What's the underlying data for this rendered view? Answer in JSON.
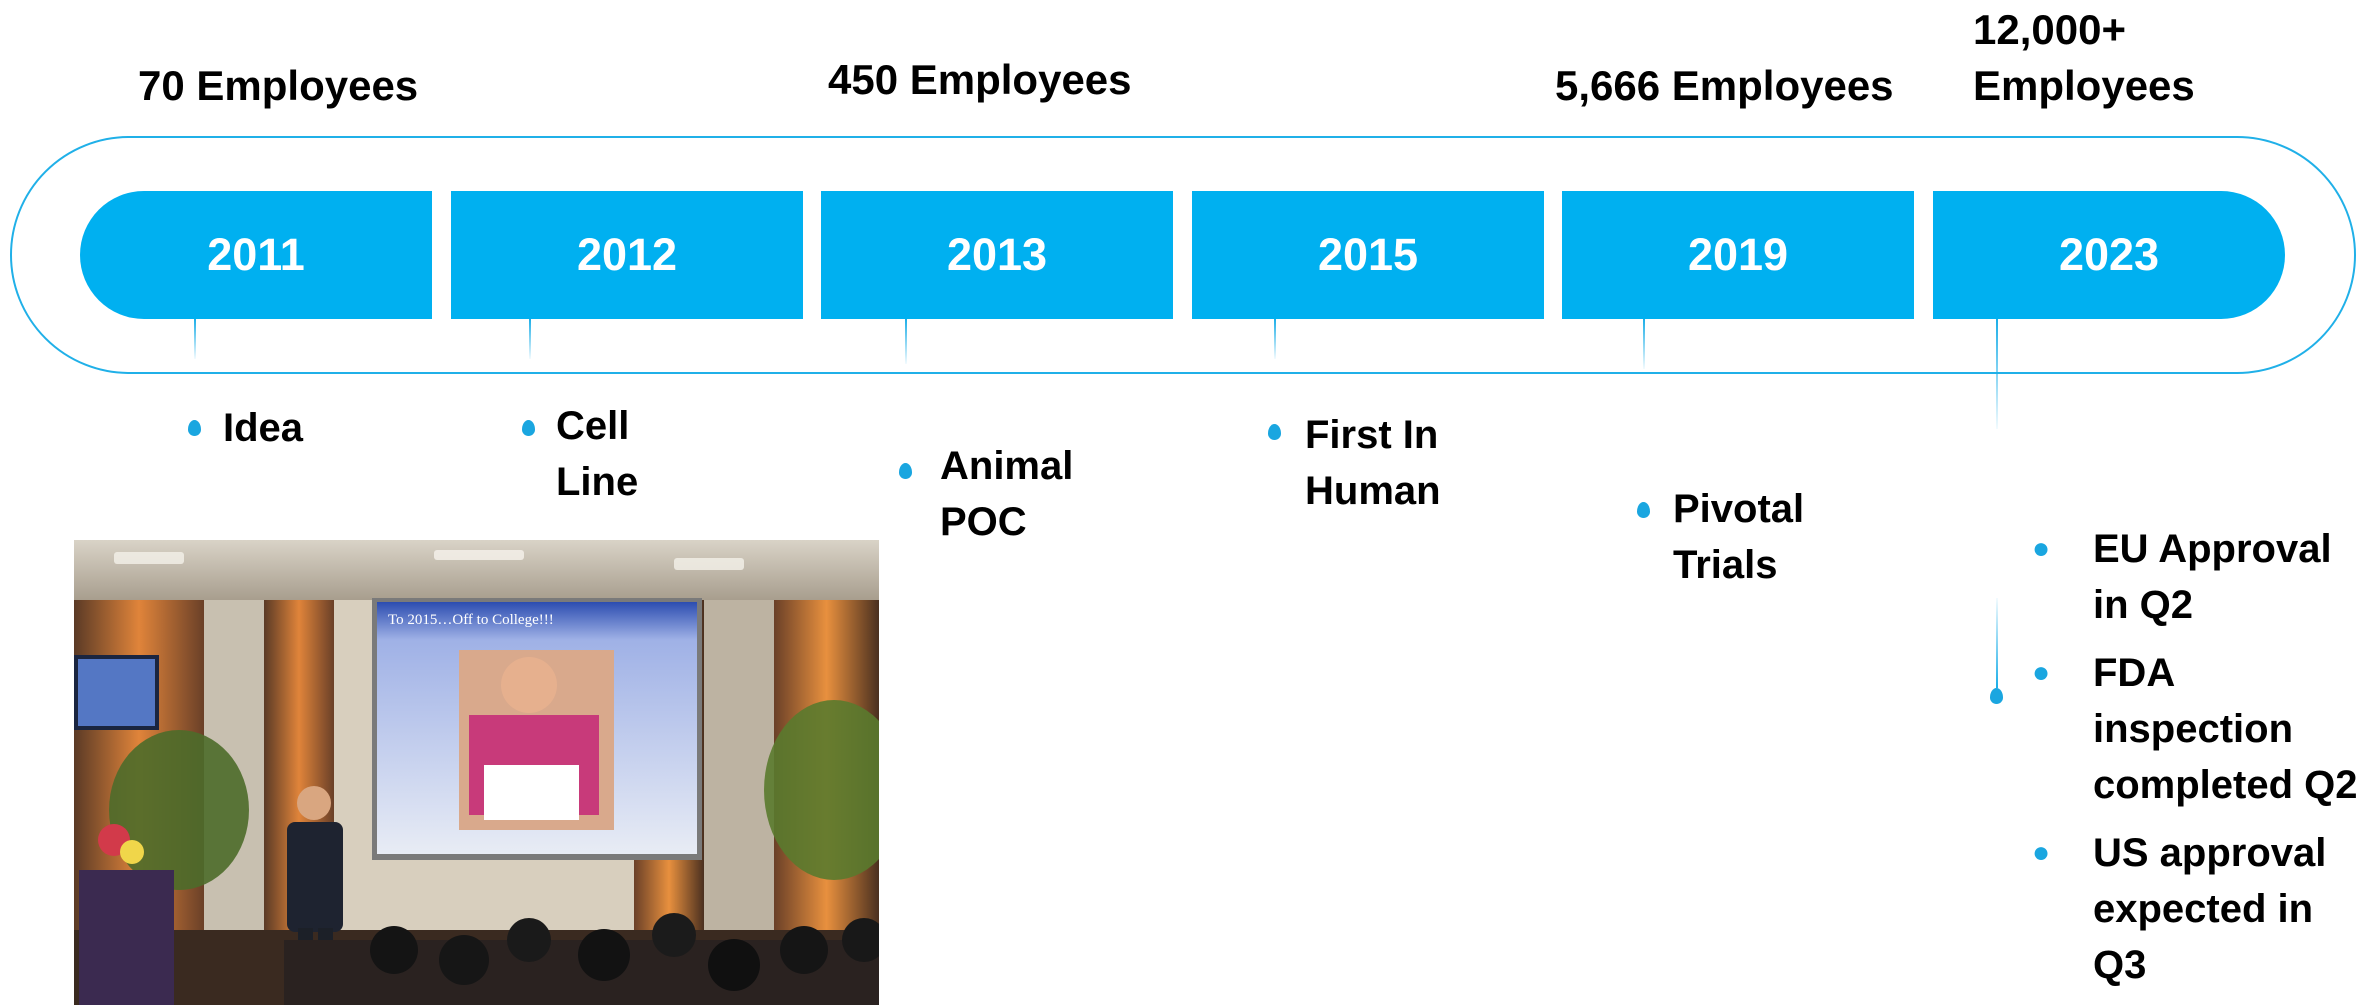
{
  "employees": [
    {
      "text": "70 Employees"
    },
    {
      "text": "450 Employees"
    },
    {
      "text": "5,666 Employees"
    },
    {
      "line1": "12,000+",
      "line2": "Employees"
    }
  ],
  "timeline": {
    "years": [
      "2011",
      "2012",
      "2013",
      "2015",
      "2019",
      "2023"
    ]
  },
  "milestones": [
    {
      "line1": "Idea",
      "line2": ""
    },
    {
      "line1": "Cell",
      "line2": "Line"
    },
    {
      "line1": "Animal",
      "line2": "POC"
    },
    {
      "line1": "First In",
      "line2": "Human"
    },
    {
      "line1": "Pivotal",
      "line2": "Trials"
    }
  ],
  "bullets_2023": [
    {
      "lines": [
        "EU Approval",
        "in Q2"
      ]
    },
    {
      "lines": [
        "FDA",
        "inspection",
        "completed Q2"
      ]
    },
    {
      "lines": [
        "US approval",
        "expected in",
        "Q3"
      ]
    }
  ],
  "photo": {
    "slide_caption": "To 2015…Off to College!!!"
  },
  "colors": {
    "accent": "#00b0f0",
    "outline": "#20b0e8",
    "dot": "#1aa6e0"
  }
}
